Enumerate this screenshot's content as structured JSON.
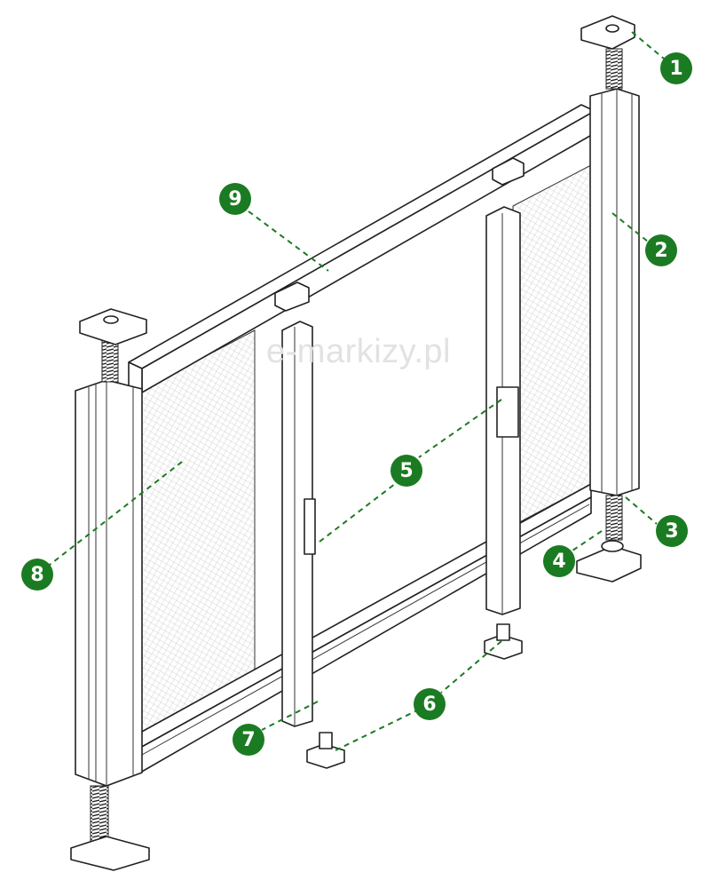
{
  "watermark": "e-markizy.pl",
  "colors": {
    "badge": "#1b7b22",
    "line": "#222222"
  },
  "callouts": [
    {
      "number": "1"
    },
    {
      "number": "2"
    },
    {
      "number": "3"
    },
    {
      "number": "4"
    },
    {
      "number": "5"
    },
    {
      "number": "6"
    },
    {
      "number": "7"
    },
    {
      "number": "8"
    },
    {
      "number": "9"
    }
  ]
}
